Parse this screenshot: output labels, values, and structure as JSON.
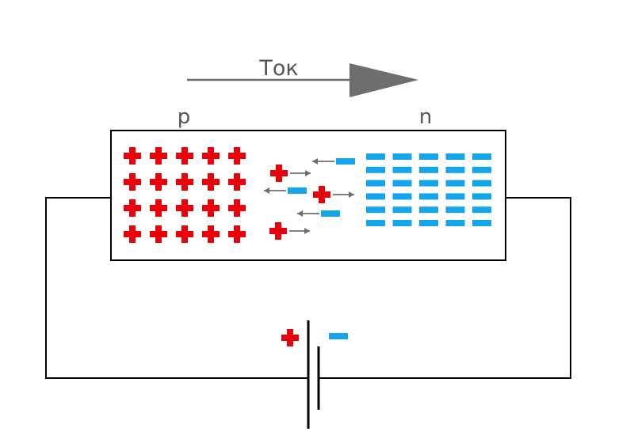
{
  "current_label": "Ток",
  "p_label": "p",
  "n_label": "n",
  "colors": {
    "positive": "#e8000b",
    "negative": "#14a5ea",
    "arrow": "#6e6e6e",
    "wire": "#000000"
  },
  "icons": {
    "positive": "plus-sign",
    "negative": "minus-sign"
  },
  "diagram": {
    "p_region": {
      "rows": 4,
      "cols": 5
    },
    "n_region": {
      "rows": 6,
      "cols": 5
    },
    "battery": {
      "positive_terminal": "+",
      "negative_terminal": "−"
    }
  }
}
